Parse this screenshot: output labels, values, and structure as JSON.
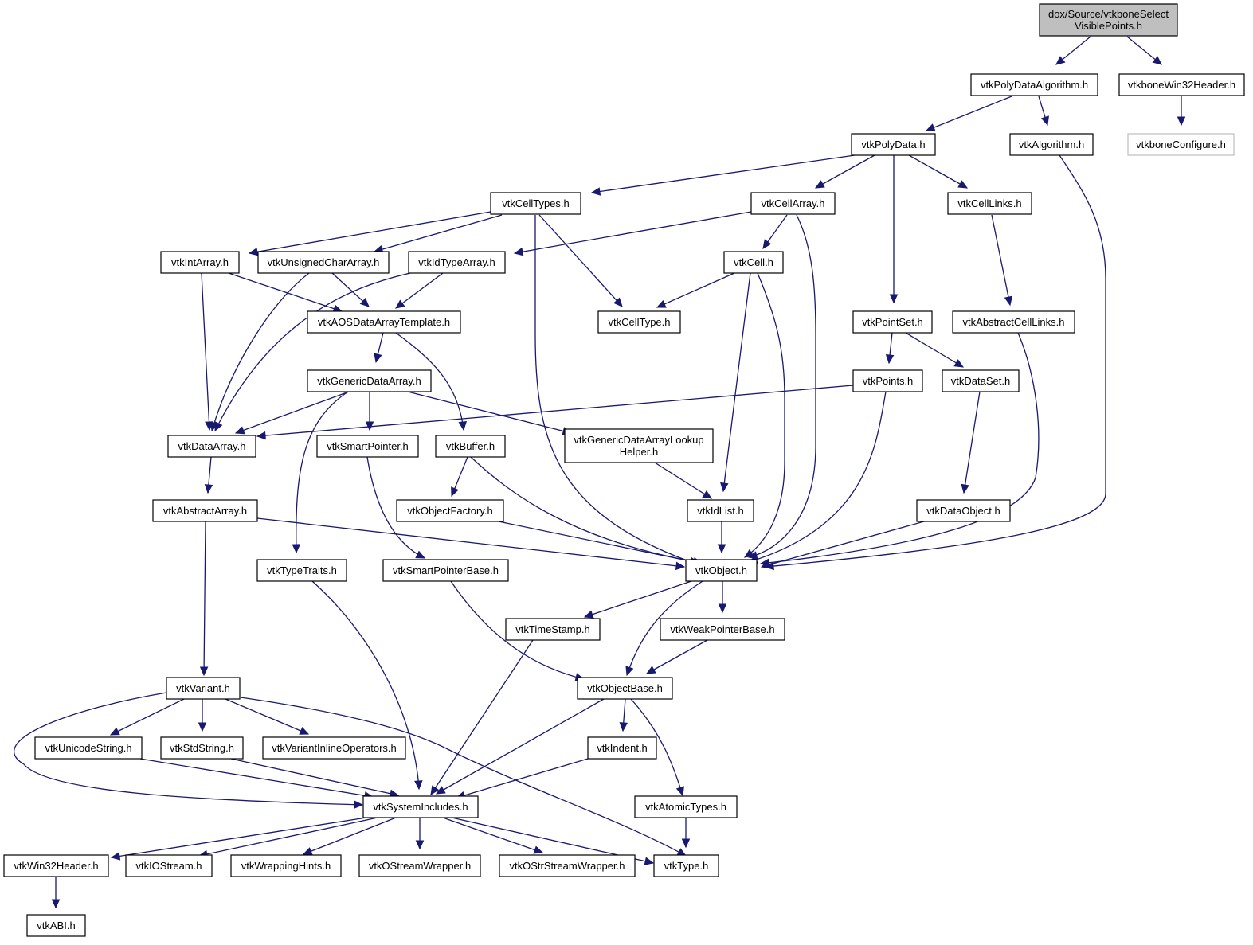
{
  "diagram": {
    "title": "",
    "root": "dox/Source/vtkboneSelect VisiblePoints.h",
    "edge_color": "#191970",
    "root_fill": "#bfbfbf",
    "external_border": "#bfbfbf",
    "nodes": {
      "root": {
        "label": "dox/Source/vtkboneSelect\nVisiblePoints.h",
        "style": "root"
      },
      "polyDataAlg": {
        "label": "vtkPolyDataAlgorithm.h"
      },
      "boneWin32": {
        "label": "vtkboneWin32Header.h"
      },
      "polyData": {
        "label": "vtkPolyData.h"
      },
      "algorithm": {
        "label": "vtkAlgorithm.h"
      },
      "boneConfigure": {
        "label": "vtkboneConfigure.h",
        "style": "external"
      },
      "cellTypes": {
        "label": "vtkCellTypes.h"
      },
      "cellArray": {
        "label": "vtkCellArray.h"
      },
      "cellLinks": {
        "label": "vtkCellLinks.h"
      },
      "intArray": {
        "label": "vtkIntArray.h"
      },
      "ucharArray": {
        "label": "vtkUnsignedCharArray.h"
      },
      "idTypeArray": {
        "label": "vtkIdTypeArray.h"
      },
      "cell": {
        "label": "vtkCell.h"
      },
      "aosTemplate": {
        "label": "vtkAOSDataArrayTemplate.h"
      },
      "cellType": {
        "label": "vtkCellType.h"
      },
      "pointSet": {
        "label": "vtkPointSet.h"
      },
      "absCellLinks": {
        "label": "vtkAbstractCellLinks.h"
      },
      "genericDataArray": {
        "label": "vtkGenericDataArray.h"
      },
      "points": {
        "label": "vtkPoints.h"
      },
      "dataSet": {
        "label": "vtkDataSet.h"
      },
      "dataArray": {
        "label": "vtkDataArray.h"
      },
      "smartPointer": {
        "label": "vtkSmartPointer.h"
      },
      "buffer": {
        "label": "vtkBuffer.h"
      },
      "lookupHelper": {
        "label": "vtkGenericDataArrayLookup\nHelper.h"
      },
      "abstractArray": {
        "label": "vtkAbstractArray.h"
      },
      "objectFactory": {
        "label": "vtkObjectFactory.h"
      },
      "idList": {
        "label": "vtkIdList.h"
      },
      "dataObject": {
        "label": "vtkDataObject.h"
      },
      "typeTraits": {
        "label": "vtkTypeTraits.h"
      },
      "smartPointerBase": {
        "label": "vtkSmartPointerBase.h"
      },
      "object": {
        "label": "vtkObject.h"
      },
      "timeStamp": {
        "label": "vtkTimeStamp.h"
      },
      "weakPointerBase": {
        "label": "vtkWeakPointerBase.h"
      },
      "variant": {
        "label": "vtkVariant.h"
      },
      "objectBase": {
        "label": "vtkObjectBase.h"
      },
      "unicodeString": {
        "label": "vtkUnicodeString.h"
      },
      "stdString": {
        "label": "vtkStdString.h"
      },
      "variantInline": {
        "label": "vtkVariantInlineOperators.h"
      },
      "indent": {
        "label": "vtkIndent.h"
      },
      "systemIncludes": {
        "label": "vtkSystemIncludes.h"
      },
      "atomicTypes": {
        "label": "vtkAtomicTypes.h"
      },
      "win32Header": {
        "label": "vtkWin32Header.h"
      },
      "iostream": {
        "label": "vtkIOStream.h"
      },
      "wrappingHints": {
        "label": "vtkWrappingHints.h"
      },
      "ostreamWrapper": {
        "label": "vtkOStreamWrapper.h"
      },
      "ostrstreamWrapper": {
        "label": "vtkOStrStreamWrapper.h"
      },
      "type": {
        "label": "vtkType.h"
      },
      "abi": {
        "label": "vtkABI.h"
      }
    },
    "edges": [
      [
        "root",
        "polyDataAlg"
      ],
      [
        "root",
        "boneWin32"
      ],
      [
        "polyDataAlg",
        "polyData"
      ],
      [
        "polyDataAlg",
        "algorithm"
      ],
      [
        "boneWin32",
        "boneConfigure"
      ],
      [
        "polyData",
        "cellTypes"
      ],
      [
        "polyData",
        "cellArray"
      ],
      [
        "polyData",
        "cellLinks"
      ],
      [
        "polyData",
        "pointSet"
      ],
      [
        "algorithm",
        "object"
      ],
      [
        "cellTypes",
        "intArray"
      ],
      [
        "cellTypes",
        "ucharArray"
      ],
      [
        "cellTypes",
        "cellType"
      ],
      [
        "cellTypes",
        "object"
      ],
      [
        "cellArray",
        "idTypeArray"
      ],
      [
        "cellArray",
        "cell"
      ],
      [
        "cellArray",
        "object"
      ],
      [
        "cellLinks",
        "absCellLinks"
      ],
      [
        "intArray",
        "aosTemplate"
      ],
      [
        "intArray",
        "dataArray"
      ],
      [
        "ucharArray",
        "aosTemplate"
      ],
      [
        "ucharArray",
        "dataArray"
      ],
      [
        "idTypeArray",
        "aosTemplate"
      ],
      [
        "idTypeArray",
        "dataArray"
      ],
      [
        "cell",
        "cellType"
      ],
      [
        "cell",
        "idList"
      ],
      [
        "cell",
        "object"
      ],
      [
        "aosTemplate",
        "genericDataArray"
      ],
      [
        "aosTemplate",
        "buffer"
      ],
      [
        "pointSet",
        "points"
      ],
      [
        "pointSet",
        "dataSet"
      ],
      [
        "absCellLinks",
        "object"
      ],
      [
        "genericDataArray",
        "dataArray"
      ],
      [
        "genericDataArray",
        "smartPointer"
      ],
      [
        "genericDataArray",
        "lookupHelper"
      ],
      [
        "genericDataArray",
        "typeTraits"
      ],
      [
        "points",
        "dataArray"
      ],
      [
        "points",
        "object"
      ],
      [
        "dataSet",
        "dataObject"
      ],
      [
        "dataArray",
        "abstractArray"
      ],
      [
        "smartPointer",
        "smartPointerBase"
      ],
      [
        "buffer",
        "objectFactory"
      ],
      [
        "buffer",
        "object"
      ],
      [
        "lookupHelper",
        "idList"
      ],
      [
        "abstractArray",
        "object"
      ],
      [
        "abstractArray",
        "variant"
      ],
      [
        "objectFactory",
        "object"
      ],
      [
        "idList",
        "object"
      ],
      [
        "dataObject",
        "object"
      ],
      [
        "typeTraits",
        "systemIncludes"
      ],
      [
        "smartPointerBase",
        "objectBase"
      ],
      [
        "object",
        "timeStamp"
      ],
      [
        "object",
        "weakPointerBase"
      ],
      [
        "object",
        "objectBase"
      ],
      [
        "timeStamp",
        "systemIncludes"
      ],
      [
        "weakPointerBase",
        "objectBase"
      ],
      [
        "variant",
        "unicodeString"
      ],
      [
        "variant",
        "stdString"
      ],
      [
        "variant",
        "variantInline"
      ],
      [
        "variant",
        "systemIncludes"
      ],
      [
        "variant",
        "type"
      ],
      [
        "objectBase",
        "indent"
      ],
      [
        "objectBase",
        "atomicTypes"
      ],
      [
        "objectBase",
        "systemIncludes"
      ],
      [
        "unicodeString",
        "systemIncludes"
      ],
      [
        "stdString",
        "systemIncludes"
      ],
      [
        "indent",
        "systemIncludes"
      ],
      [
        "atomicTypes",
        "type"
      ],
      [
        "systemIncludes",
        "win32Header"
      ],
      [
        "systemIncludes",
        "iostream"
      ],
      [
        "systemIncludes",
        "wrappingHints"
      ],
      [
        "systemIncludes",
        "ostreamWrapper"
      ],
      [
        "systemIncludes",
        "ostrstreamWrapper"
      ],
      [
        "systemIncludes",
        "type"
      ],
      [
        "win32Header",
        "abi"
      ]
    ]
  }
}
